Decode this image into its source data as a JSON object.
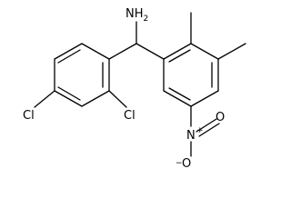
{
  "atoms": {
    "nh2": "NH",
    "nh2_sub": "2",
    "cl_left": "Cl",
    "cl_right": "Cl",
    "n_nitro": "N",
    "n_charge": "+",
    "o_top": "O",
    "o_bottom": "O",
    "o_charge": "−"
  }
}
